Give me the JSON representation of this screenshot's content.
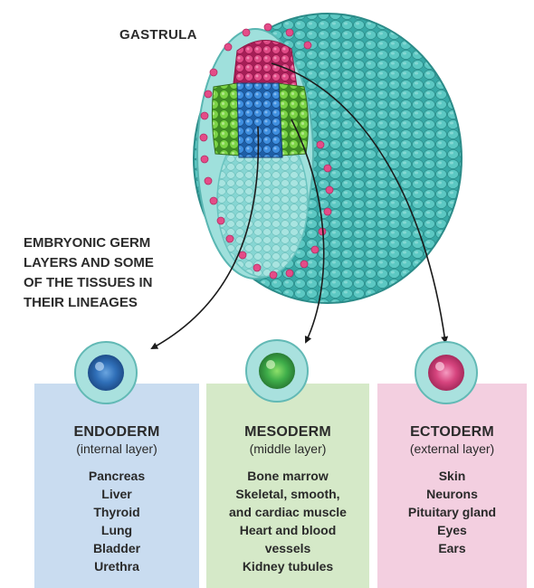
{
  "title": "GASTRULA",
  "caption": [
    "EMBRYONIC GERM",
    "LAYERS AND SOME",
    "OF THE TISSUES IN",
    "THEIR LINEAGES"
  ],
  "colors": {
    "endoderm": "#2f7fd0",
    "mesoderm": "#6fcf3c",
    "ectoderm": "#e0407f",
    "cells": "#4ec1bd"
  },
  "layers": [
    {
      "name": "ENDODERM",
      "subtitle": "(internal layer)",
      "tissues": [
        "Pancreas",
        "Liver",
        "Thyroid",
        "Lung",
        "Bladder",
        "Urethra"
      ]
    },
    {
      "name": "MESODERM",
      "subtitle": "(middle layer)",
      "tissues": [
        "Bone marrow",
        "Skeletal, smooth,",
        "and cardiac muscle",
        "Heart and blood",
        "vessels",
        "Kidney tubules"
      ]
    },
    {
      "name": "ECTODERM",
      "subtitle": "(external layer)",
      "tissues": [
        "Skin",
        "Neurons",
        "Pituitary gland",
        "Eyes",
        "Ears"
      ]
    }
  ]
}
